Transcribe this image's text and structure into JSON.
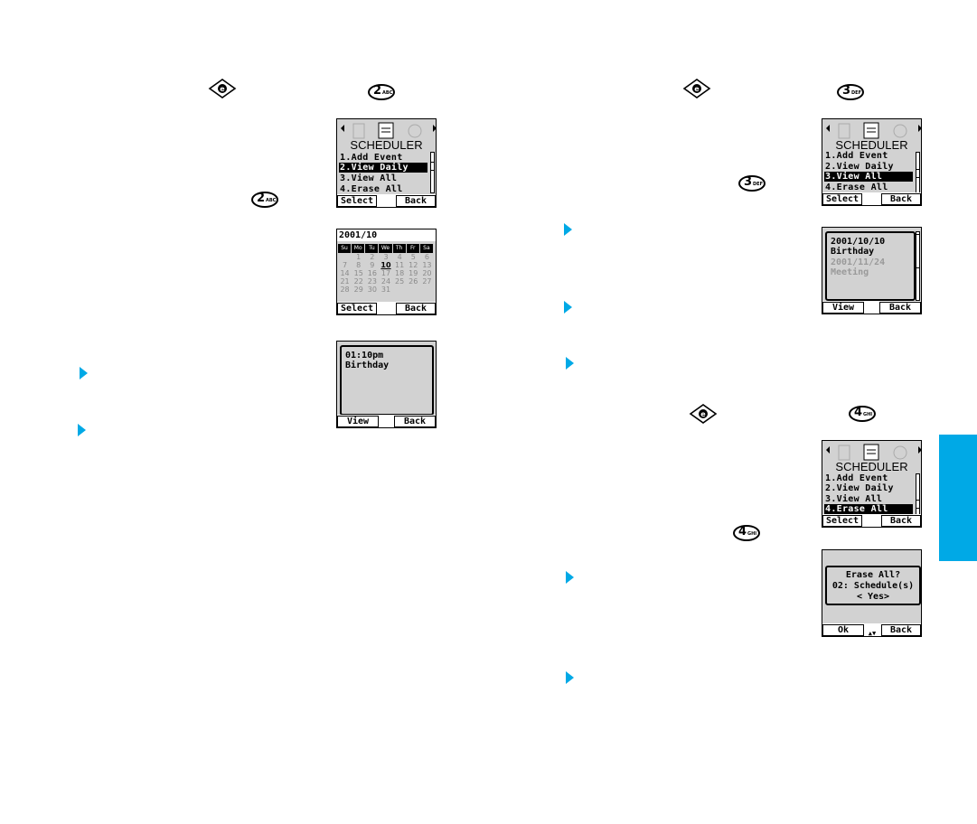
{
  "keys": {
    "menu_key_label": "e",
    "key2": {
      "num": "2",
      "sub": "ABC"
    },
    "key3": {
      "num": "3",
      "sub": "DEF"
    },
    "key4": {
      "num": "4",
      "sub": "GHI"
    }
  },
  "scheduler_menu": {
    "title": "SCHEDULER",
    "items": [
      "1.Add Event",
      "2.View Daily",
      "3.View All",
      "4.Erase All"
    ],
    "left_soft": "Select",
    "right_soft": "Back"
  },
  "calendar": {
    "month": "2001/10",
    "days_of_week": [
      "Su",
      "Mo",
      "Tu",
      "We",
      "Th",
      "Fr",
      "Sa"
    ],
    "weeks": [
      [
        "",
        "1",
        "2",
        "3",
        "4",
        "5",
        "6"
      ],
      [
        "7",
        "8",
        "9",
        "10",
        "11",
        "12",
        "13"
      ],
      [
        "14",
        "15",
        "16",
        "17",
        "18",
        "19",
        "20"
      ],
      [
        "21",
        "22",
        "23",
        "24",
        "25",
        "26",
        "27"
      ],
      [
        "28",
        "29",
        "30",
        "31",
        "",
        "",
        ""
      ]
    ],
    "today": "10",
    "left_soft": "Select",
    "right_soft": "Back"
  },
  "event_detail": {
    "lines": [
      "01:10pm",
      "Birthday"
    ],
    "left_soft": "View",
    "right_soft": "Back"
  },
  "view_all": {
    "lines": [
      "2001/10/10",
      "Birthday",
      "2001/11/24",
      "Meeting"
    ],
    "left_soft": "View",
    "right_soft": "Back"
  },
  "erase_confirm": {
    "lines": [
      "Erase All?",
      "02: Schedule(s)",
      "< Yes>"
    ],
    "left_soft": "Ok",
    "right_soft": "Back",
    "nav_glyph": "▲▼"
  },
  "colors": {
    "accent": "#00a9e6",
    "lcd": "#d2d2d2"
  }
}
